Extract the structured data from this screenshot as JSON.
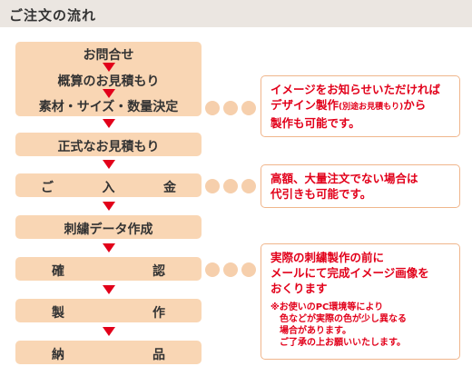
{
  "header": {
    "title": "ご注文の流れ"
  },
  "steps": [
    {
      "label": "お問合せ"
    },
    {
      "label": "概算のお見積もり"
    },
    {
      "label": "素材・サイズ・数量決定"
    },
    {
      "label": "正式なお見積もり"
    },
    {
      "parts": [
        "ご",
        "入",
        "金"
      ]
    },
    {
      "label": "刺繍データ作成"
    },
    {
      "parts": [
        "確",
        "認"
      ]
    },
    {
      "parts": [
        "製",
        "作"
      ]
    },
    {
      "parts": [
        "納",
        "品"
      ]
    }
  ],
  "notes": [
    {
      "line1": "イメージをお知らせいただければ",
      "line2a": "デザイン製作",
      "line2small": "(別途お見積もり)",
      "line2b": "から",
      "line3": "製作も可能です。"
    },
    {
      "line1": "高額、大量注文でない場合は",
      "line2": "代引きも可能です。"
    },
    {
      "line1": "実際の刺繍製作の前に",
      "line2": "メールにて完成イメージ画像を",
      "line3": "おくります",
      "sub1": "※お使いのPC環境等により",
      "sub2": "色などが実際の色が少し異なる",
      "sub3": "場合があります。",
      "sub4": "ご了承の上お願いいたします。"
    }
  ],
  "colors": {
    "accent": "#e2001a",
    "step_bg": "#f9d6b4",
    "dot": "#f6cfac",
    "header_bg": "#ebe6e1"
  }
}
